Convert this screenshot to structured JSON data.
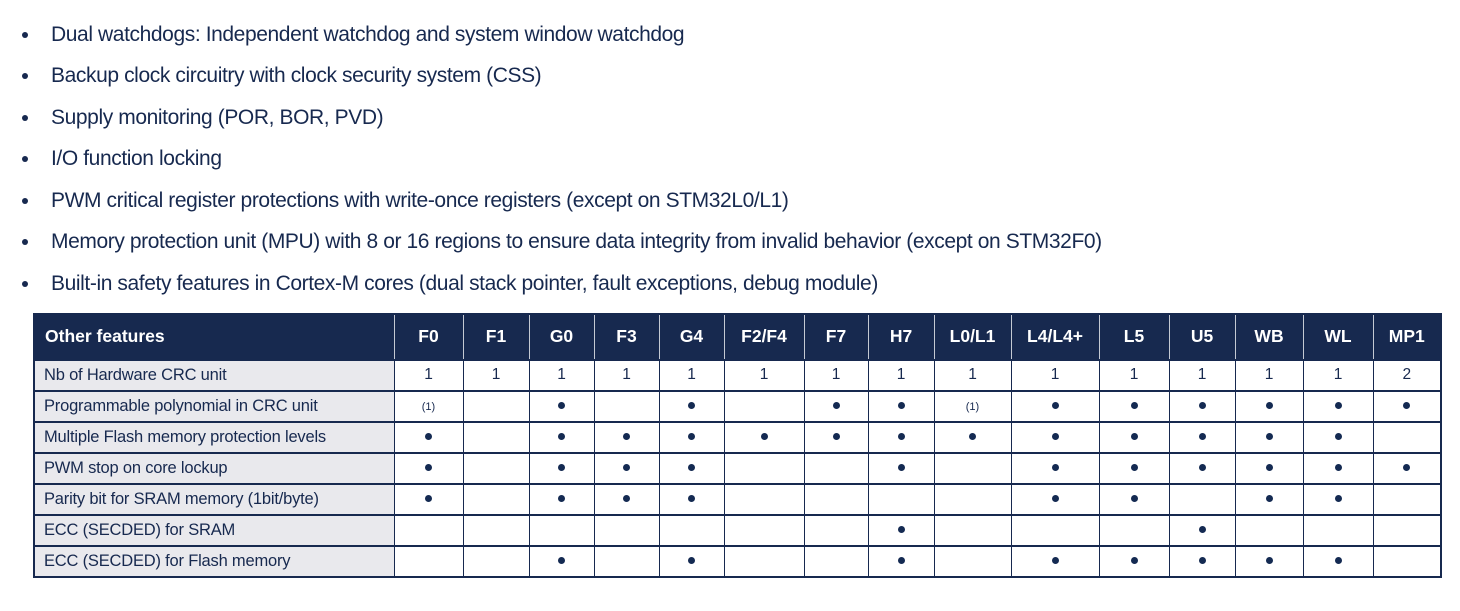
{
  "colors": {
    "navy": "#17294f",
    "row_label_bg": "#e9e9ed",
    "cell_bg": "#ffffff",
    "header_text": "#ffffff"
  },
  "bullets": [
    "Dual watchdogs: Independent watchdog and system window watchdog",
    "Backup clock circuitry with clock security system (CSS)",
    "Supply monitoring (POR, BOR, PVD)",
    "I/O function locking",
    "PWM critical register protections with write-once registers (except on STM32L0/L1)",
    "Memory protection unit (MPU) with 8 or 16 regions to ensure data integrity from invalid behavior (except on STM32F0)",
    "Built-in safety features in Cortex-M cores (dual stack pointer, fault exceptions, debug module)"
  ],
  "table": {
    "header_label": "Other features",
    "columns": [
      "F0",
      "F1",
      "G0",
      "F3",
      "G4",
      "F2/F4",
      "F7",
      "H7",
      "L0/L1",
      "L4/L4+",
      "L5",
      "U5",
      "WB",
      "WL",
      "MP1"
    ],
    "rows": [
      {
        "label": "Nb of Hardware CRC unit",
        "cells": [
          "1",
          "1",
          "1",
          "1",
          "1",
          "1",
          "1",
          "1",
          "1",
          "1",
          "1",
          "1",
          "1",
          "1",
          "2"
        ]
      },
      {
        "label": "Programmable polynomial in CRC unit",
        "cells": [
          "(1)",
          "",
          "•",
          "",
          "•",
          "",
          "•",
          "•",
          "(1)",
          "•",
          "•",
          "•",
          "•",
          "•",
          "•"
        ]
      },
      {
        "label": "Multiple Flash memory protection levels",
        "cells": [
          "•",
          "",
          "•",
          "•",
          "•",
          "•",
          "•",
          "•",
          "•",
          "•",
          "•",
          "•",
          "•",
          "•",
          ""
        ]
      },
      {
        "label": "PWM stop on core lockup",
        "cells": [
          "•",
          "",
          "•",
          "•",
          "•",
          "",
          "",
          "•",
          "",
          "•",
          "•",
          "•",
          "•",
          "•",
          "•"
        ]
      },
      {
        "label": "Parity bit for SRAM memory (1bit/byte)",
        "cells": [
          "•",
          "",
          "•",
          "•",
          "•",
          "",
          "",
          "",
          "",
          "•",
          "•",
          "",
          "•",
          "•",
          ""
        ]
      },
      {
        "label": "ECC (SECDED) for SRAM",
        "cells": [
          "",
          "",
          "",
          "",
          "",
          "",
          "",
          "•",
          "",
          "",
          "",
          "•",
          "",
          "",
          ""
        ]
      },
      {
        "label": "ECC (SECDED) for Flash memory",
        "cells": [
          "",
          "",
          "•",
          "",
          "•",
          "",
          "",
          "•",
          "",
          "•",
          "•",
          "•",
          "•",
          "•",
          ""
        ]
      }
    ]
  }
}
